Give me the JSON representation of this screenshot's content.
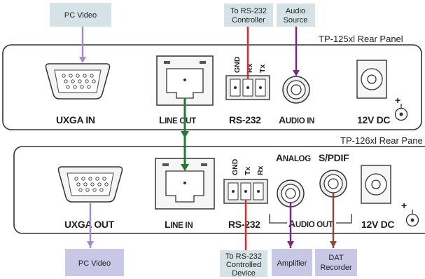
{
  "labels": {
    "top_pc_video": "PC Video",
    "top_rs232_line1": "To RS-232",
    "top_rs232_line2": "Controller",
    "top_audio_line1": "Audio",
    "top_audio_line2": "Source",
    "panel1_caption": "TP-125xl Rear Panel",
    "panel2_caption": "TP-126xl Rear Pane",
    "p1_uxga": "UXGA IN",
    "p1_line_big": "L",
    "p1_line_rest": "INE OUT",
    "p1_rs232": "RS-232",
    "p1_audio_big": "A",
    "p1_audio_rest": "UDIO IN",
    "p1_power": "12V DC",
    "p1_gnd": "GND",
    "p1_rx": "Rx",
    "p1_tx": "Tx",
    "p2_uxga": "UXGA OUT",
    "p2_line_big": "L",
    "p2_line_rest": "INE IN",
    "p2_rs232": "RS-232",
    "p2_gnd": "GND",
    "p2_tx": "Tx",
    "p2_rx": "Rx",
    "p2_analog_big": "A",
    "p2_analog_rest": "NALOG",
    "p2_spdif": "S/PDIF",
    "p2_audio_big": "A",
    "p2_audio_rest": "UDIO OUT",
    "p2_power": "12V DC",
    "bot_pc_video": "PC Video",
    "bot_rs232_line1": "To RS-232",
    "bot_rs232_line2": "Controlled",
    "bot_rs232_line3": "Device",
    "bot_amplifier": "Amplifier",
    "bot_dat_line1": "DAT",
    "bot_dat_line2": "Recorder",
    "plus": "+"
  },
  "colors": {
    "tag_fill": "#d5e3e6",
    "video_line": "#a58bc7",
    "rs232_line": "#d92a2a",
    "audio_line": "#7a2a7a",
    "lan_line": "#1f7a32",
    "panel_stroke": "#333333"
  }
}
